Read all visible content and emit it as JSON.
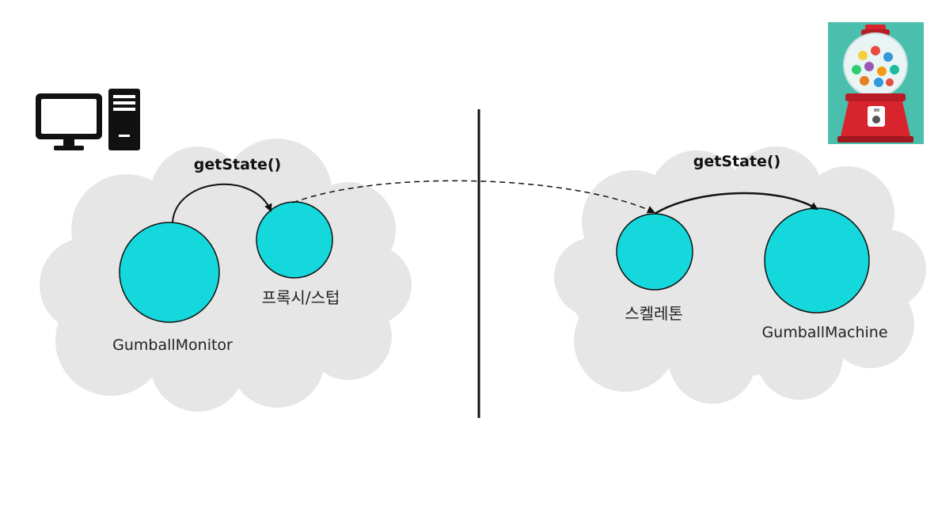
{
  "left": {
    "call_label": "getState()",
    "monitor_label": "GumballMonitor",
    "proxy_label": "프록시/스텁"
  },
  "right": {
    "call_label": "getState()",
    "skeleton_label": "스켈레톤",
    "machine_label": "GumballMachine"
  },
  "icons": {
    "client": "computer-icon",
    "server": "gumball-machine-icon"
  },
  "colors": {
    "cloud": "#e6e6e6",
    "node": "#14d8dc",
    "arrow": "#111111",
    "divider": "#111111"
  }
}
